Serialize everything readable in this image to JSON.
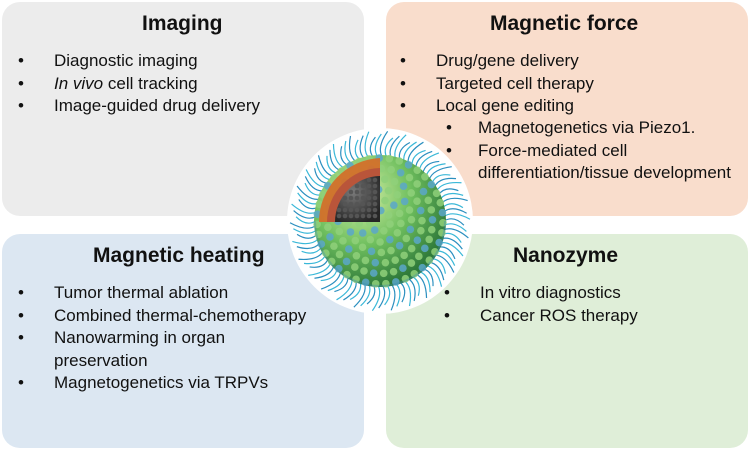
{
  "panels": {
    "imaging": {
      "title": "Imaging",
      "items": [
        "Diagnostic imaging",
        {
          "italic": "In vivo",
          "rest": " cell tracking"
        },
        "Image-guided drug delivery"
      ]
    },
    "magnetic_force": {
      "title": "Magnetic force",
      "items": [
        "Drug/gene delivery",
        "Targeted cell therapy",
        "Local gene editing"
      ],
      "subitems": [
        "Magnetogenetics via Piezo1.",
        "Force-mediated cell differentiation/tissue development"
      ]
    },
    "magnetic_heating": {
      "title": "Magnetic heating",
      "items": [
        "Tumor thermal ablation",
        "Combined thermal-chemotherapy",
        "Nanowarming in organ preservation",
        "Magnetogenetics via TRPVs"
      ]
    },
    "nanozyme": {
      "title": "Nanozyme",
      "items": [
        "In vitro diagnostics",
        "Cancer ROS therapy"
      ]
    }
  },
  "colors": {
    "imaging_bg": "#ececec",
    "magnetic_force_bg": "#f9ddcc",
    "magnetic_heating_bg": "#dce7f2",
    "nanozyme_bg": "#dfeed8",
    "core": "#3a3a3a",
    "shell": "#d2702a",
    "spheres": "#7cc46a",
    "ligands": "#3ab8d8"
  }
}
